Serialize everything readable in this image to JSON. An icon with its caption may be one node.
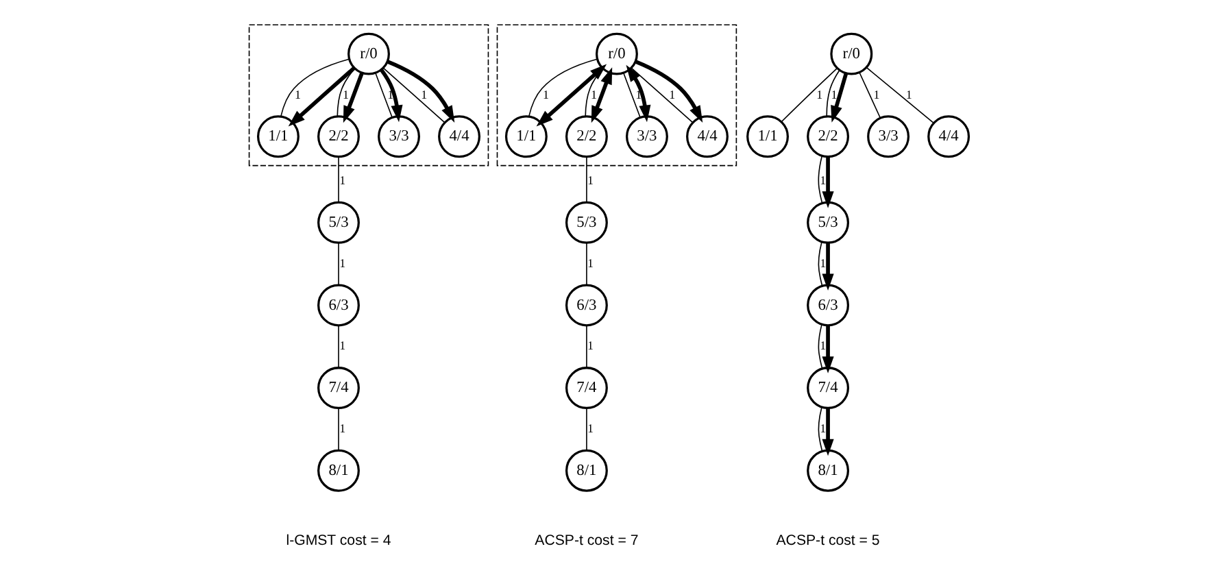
{
  "diagram": {
    "nodes": [
      {
        "text": [],
        "shape": "box"
      },
      {
        "text": [
          "r/0"
        ],
        "in": 0
      },
      {
        "text": [
          "1/1"
        ],
        "in": 0
      },
      {
        "text": [
          "2/2"
        ],
        "in": 0
      },
      {
        "text": [
          "3/3"
        ],
        "in": 0
      },
      {
        "text": [
          "4/4"
        ],
        "in": 0
      },
      {
        "text": [
          "5/3"
        ]
      },
      {
        "text": [
          "6/3"
        ]
      },
      {
        "text": [
          "7/4"
        ]
      },
      {
        "text": [
          "8/1"
        ]
      },
      {
        "text": [],
        "shape": "box"
      },
      {
        "text": [
          "r/0"
        ],
        "in": 10
      },
      {
        "text": [
          "1/1"
        ],
        "in": 10
      },
      {
        "text": [
          "2/2"
        ],
        "in": 10
      },
      {
        "text": [
          "3/3"
        ],
        "in": 10
      },
      {
        "text": [
          "4/4"
        ],
        "in": 10
      },
      {
        "text": [
          "5/3"
        ]
      },
      {
        "text": [
          "6/3"
        ]
      },
      {
        "text": [
          "7/4"
        ]
      },
      {
        "text": [
          "8/1"
        ]
      },
      {
        "text": [
          "r/0"
        ]
      },
      {
        "text": [
          "1/1"
        ]
      },
      {
        "text": [
          "2/2"
        ]
      },
      {
        "text": [
          "3/3"
        ]
      },
      {
        "text": [
          "4/4"
        ]
      },
      {
        "text": [
          "5/3"
        ]
      },
      {
        "text": [
          "6/3"
        ]
      },
      {
        "text": [
          "7/4"
        ]
      },
      {
        "text": [
          "8/1"
        ]
      }
    ],
    "edges": [
      {
        "from": 1,
        "to": 2,
        "arrow": "none",
        "label": "1"
      },
      {
        "from": 1,
        "to": 2,
        "arrow": "to",
        "style": "thick"
      },
      {
        "from": 1,
        "to": 3,
        "arrow": "none",
        "label": "1"
      },
      {
        "from": 1,
        "to": 3,
        "arrow": "to",
        "style": "thick"
      },
      {
        "from": 1,
        "to": 4,
        "arrow": "none",
        "label": "1"
      },
      {
        "from": 1,
        "to": 4,
        "arrow": "to",
        "style": "thick"
      },
      {
        "from": 1,
        "to": 5,
        "arrow": "none",
        "label": "1"
      },
      {
        "from": 1,
        "to": 5,
        "arrow": "to",
        "style": "thick"
      },
      {
        "from": 3,
        "to": 6,
        "arrow": "none",
        "label": "1"
      },
      {
        "from": 6,
        "to": 7,
        "arrow": "none",
        "label": "1"
      },
      {
        "from": 7,
        "to": 8,
        "arrow": "none",
        "label": "1"
      },
      {
        "from": 8,
        "to": 9,
        "arrow": "none",
        "label": "1"
      },
      {
        "from": 11,
        "to": 12,
        "arrow": "none",
        "label": "1"
      },
      {
        "from": 11,
        "to": 12,
        "arrow": "both",
        "style": "thick"
      },
      {
        "from": 11,
        "to": 13,
        "arrow": "none",
        "label": "1"
      },
      {
        "from": 11,
        "to": 13,
        "arrow": "both",
        "style": "thick"
      },
      {
        "from": 11,
        "to": 14,
        "arrow": "none",
        "label": "1"
      },
      {
        "from": 11,
        "to": 14,
        "arrow": "both",
        "style": "thick"
      },
      {
        "from": 11,
        "to": 15,
        "arrow": "none",
        "label": "1"
      },
      {
        "from": 11,
        "to": 15,
        "arrow": "to",
        "style": "thick"
      },
      {
        "from": 13,
        "to": 16,
        "arrow": "none",
        "label": "1"
      },
      {
        "from": 16,
        "to": 17,
        "arrow": "none",
        "label": "1"
      },
      {
        "from": 17,
        "to": 18,
        "arrow": "none",
        "label": "1"
      },
      {
        "from": 18,
        "to": 19,
        "arrow": "none",
        "label": "1"
      },
      {
        "from": 20,
        "to": 21,
        "arrow": "none",
        "label": "1"
      },
      {
        "from": 20,
        "to": 22,
        "arrow": "none",
        "label": "1"
      },
      {
        "from": 20,
        "to": 22,
        "arrow": "to",
        "style": "thick"
      },
      {
        "from": 20,
        "to": 23,
        "arrow": "none",
        "label": "1"
      },
      {
        "from": 20,
        "to": 24,
        "arrow": "none",
        "label": "1"
      },
      {
        "from": 22,
        "to": 25,
        "arrow": "none",
        "label": "1"
      },
      {
        "from": 22,
        "to": 25,
        "arrow": "to",
        "style": "thick"
      },
      {
        "from": 25,
        "to": 26,
        "arrow": "none",
        "label": "1"
      },
      {
        "from": 25,
        "to": 26,
        "arrow": "to",
        "style": "thick"
      },
      {
        "from": 26,
        "to": 27,
        "arrow": "none",
        "label": "1"
      },
      {
        "from": 26,
        "to": 27,
        "arrow": "to",
        "style": "thick"
      },
      {
        "from": 27,
        "to": 28,
        "arrow": "none",
        "label": "1"
      },
      {
        "from": 27,
        "to": 28,
        "arrow": "to",
        "style": "thick"
      }
    ],
    "labels": [
      "l-GMST cost = 4",
      "ACSP-t cost = 7",
      "ACSP-t cost = 5"
    ]
  }
}
